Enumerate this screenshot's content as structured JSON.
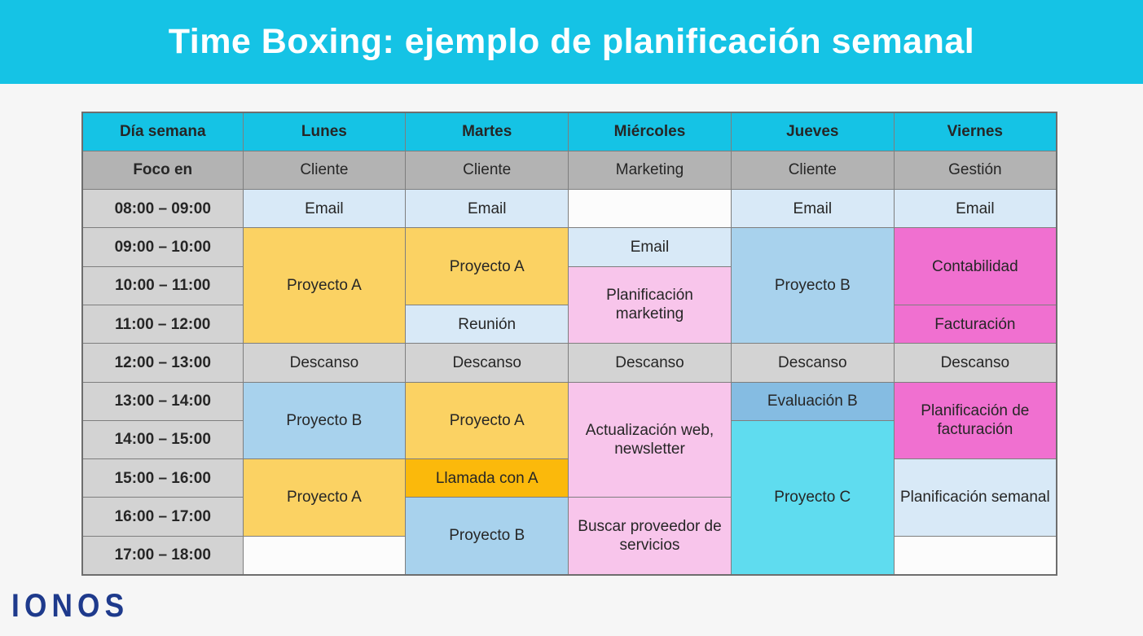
{
  "banner": {
    "title": "Time Boxing: ejemplo de planificación semanal"
  },
  "logo": {
    "text": "IONOS"
  },
  "palette": {
    "page_bg": "#F6F6F6",
    "banner_bg": "#15C3E5",
    "header_bg": "#15C3E5",
    "header_text": "#4D5156",
    "focus_bg": "#B3B3B3",
    "focus_text": "#595959",
    "time_bg": "#D3D3D3",
    "time_text": "#4D4D4D",
    "break_bg": "#D3D3D3",
    "light_blue": "#D8E9F7",
    "yellow": "#FBD263",
    "blue": "#A8D2ED",
    "dark_blue": "#85BCE2",
    "cyan": "#5FDCEF",
    "magenta": "#F070D0",
    "pink": "#F8C5EB",
    "amber": "#FBB90B",
    "empty": "#FCFCFC",
    "cell_text": "#262626",
    "border": "#7E7E7E",
    "logo_color": "#1E3A8C"
  },
  "table": {
    "header": [
      "Día semana",
      "Lunes",
      "Martes",
      "Miércoles",
      "Jueves",
      "Viernes"
    ],
    "focus": {
      "label": "Foco en",
      "values": [
        "Cliente",
        "Cliente",
        "Marketing",
        "Cliente",
        "Gestión"
      ]
    },
    "rows": [
      {
        "time": "08:00 – 09:00",
        "cells": [
          {
            "text": "Email",
            "color": "light_blue"
          },
          {
            "text": "Email",
            "color": "light_blue"
          },
          {
            "text": "",
            "color": "empty"
          },
          {
            "text": "Email",
            "color": "light_blue"
          },
          {
            "text": "Email",
            "color": "light_blue"
          }
        ]
      },
      {
        "time": "09:00 – 10:00",
        "cells": [
          {
            "text": "Proyecto A",
            "color": "yellow",
            "span": 3
          },
          {
            "text": "Proyecto A",
            "color": "yellow",
            "span": 2
          },
          {
            "text": "Email",
            "color": "light_blue"
          },
          {
            "text": "Proyecto B",
            "color": "blue",
            "span": 3
          },
          {
            "text": "Contabilidad",
            "color": "magenta",
            "span": 2
          }
        ]
      },
      {
        "time": "10:00 – 11:00",
        "cells": [
          null,
          null,
          {
            "text": "Planificación marketing",
            "color": "pink",
            "span": 2
          },
          null,
          null
        ]
      },
      {
        "time": "11:00 – 12:00",
        "cells": [
          null,
          {
            "text": "Reunión",
            "color": "light_blue"
          },
          null,
          null,
          {
            "text": "Facturación",
            "color": "magenta"
          }
        ]
      },
      {
        "time": "12:00 – 13:00",
        "cells": [
          {
            "text": "Descanso",
            "color": "break_bg"
          },
          {
            "text": "Descanso",
            "color": "break_bg"
          },
          {
            "text": "Descanso",
            "color": "break_bg"
          },
          {
            "text": "Descanso",
            "color": "break_bg"
          },
          {
            "text": "Descanso",
            "color": "break_bg"
          }
        ]
      },
      {
        "time": "13:00 – 14:00",
        "cells": [
          {
            "text": "Proyecto B",
            "color": "blue",
            "span": 2
          },
          {
            "text": "Proyecto A",
            "color": "yellow",
            "span": 2
          },
          {
            "text": "Actualización web, newsletter",
            "color": "pink",
            "span": 3
          },
          {
            "text": "Evaluación B",
            "color": "dark_blue"
          },
          {
            "text": "Planificación de facturación",
            "color": "magenta",
            "span": 2
          }
        ]
      },
      {
        "time": "14:00 – 15:00",
        "cells": [
          null,
          null,
          null,
          {
            "text": "Proyecto C",
            "color": "cyan",
            "span": 4
          },
          null
        ]
      },
      {
        "time": "15:00 – 16:00",
        "cells": [
          {
            "text": "Proyecto A",
            "color": "yellow",
            "span": 2
          },
          {
            "text": "Llamada con A",
            "color": "amber"
          },
          null,
          null,
          {
            "text": "Planificación semanal",
            "color": "light_blue",
            "span": 2
          }
        ]
      },
      {
        "time": "16:00 – 17:00",
        "cells": [
          null,
          {
            "text": "Proyecto B",
            "color": "blue",
            "span": 2
          },
          {
            "text": "Buscar proveedor de servicios",
            "color": "pink",
            "span": 2
          },
          null,
          null
        ]
      },
      {
        "time": "17:00 – 18:00",
        "cells": [
          {
            "text": "",
            "color": "empty"
          },
          null,
          null,
          null,
          {
            "text": "",
            "color": "empty"
          }
        ]
      }
    ]
  }
}
